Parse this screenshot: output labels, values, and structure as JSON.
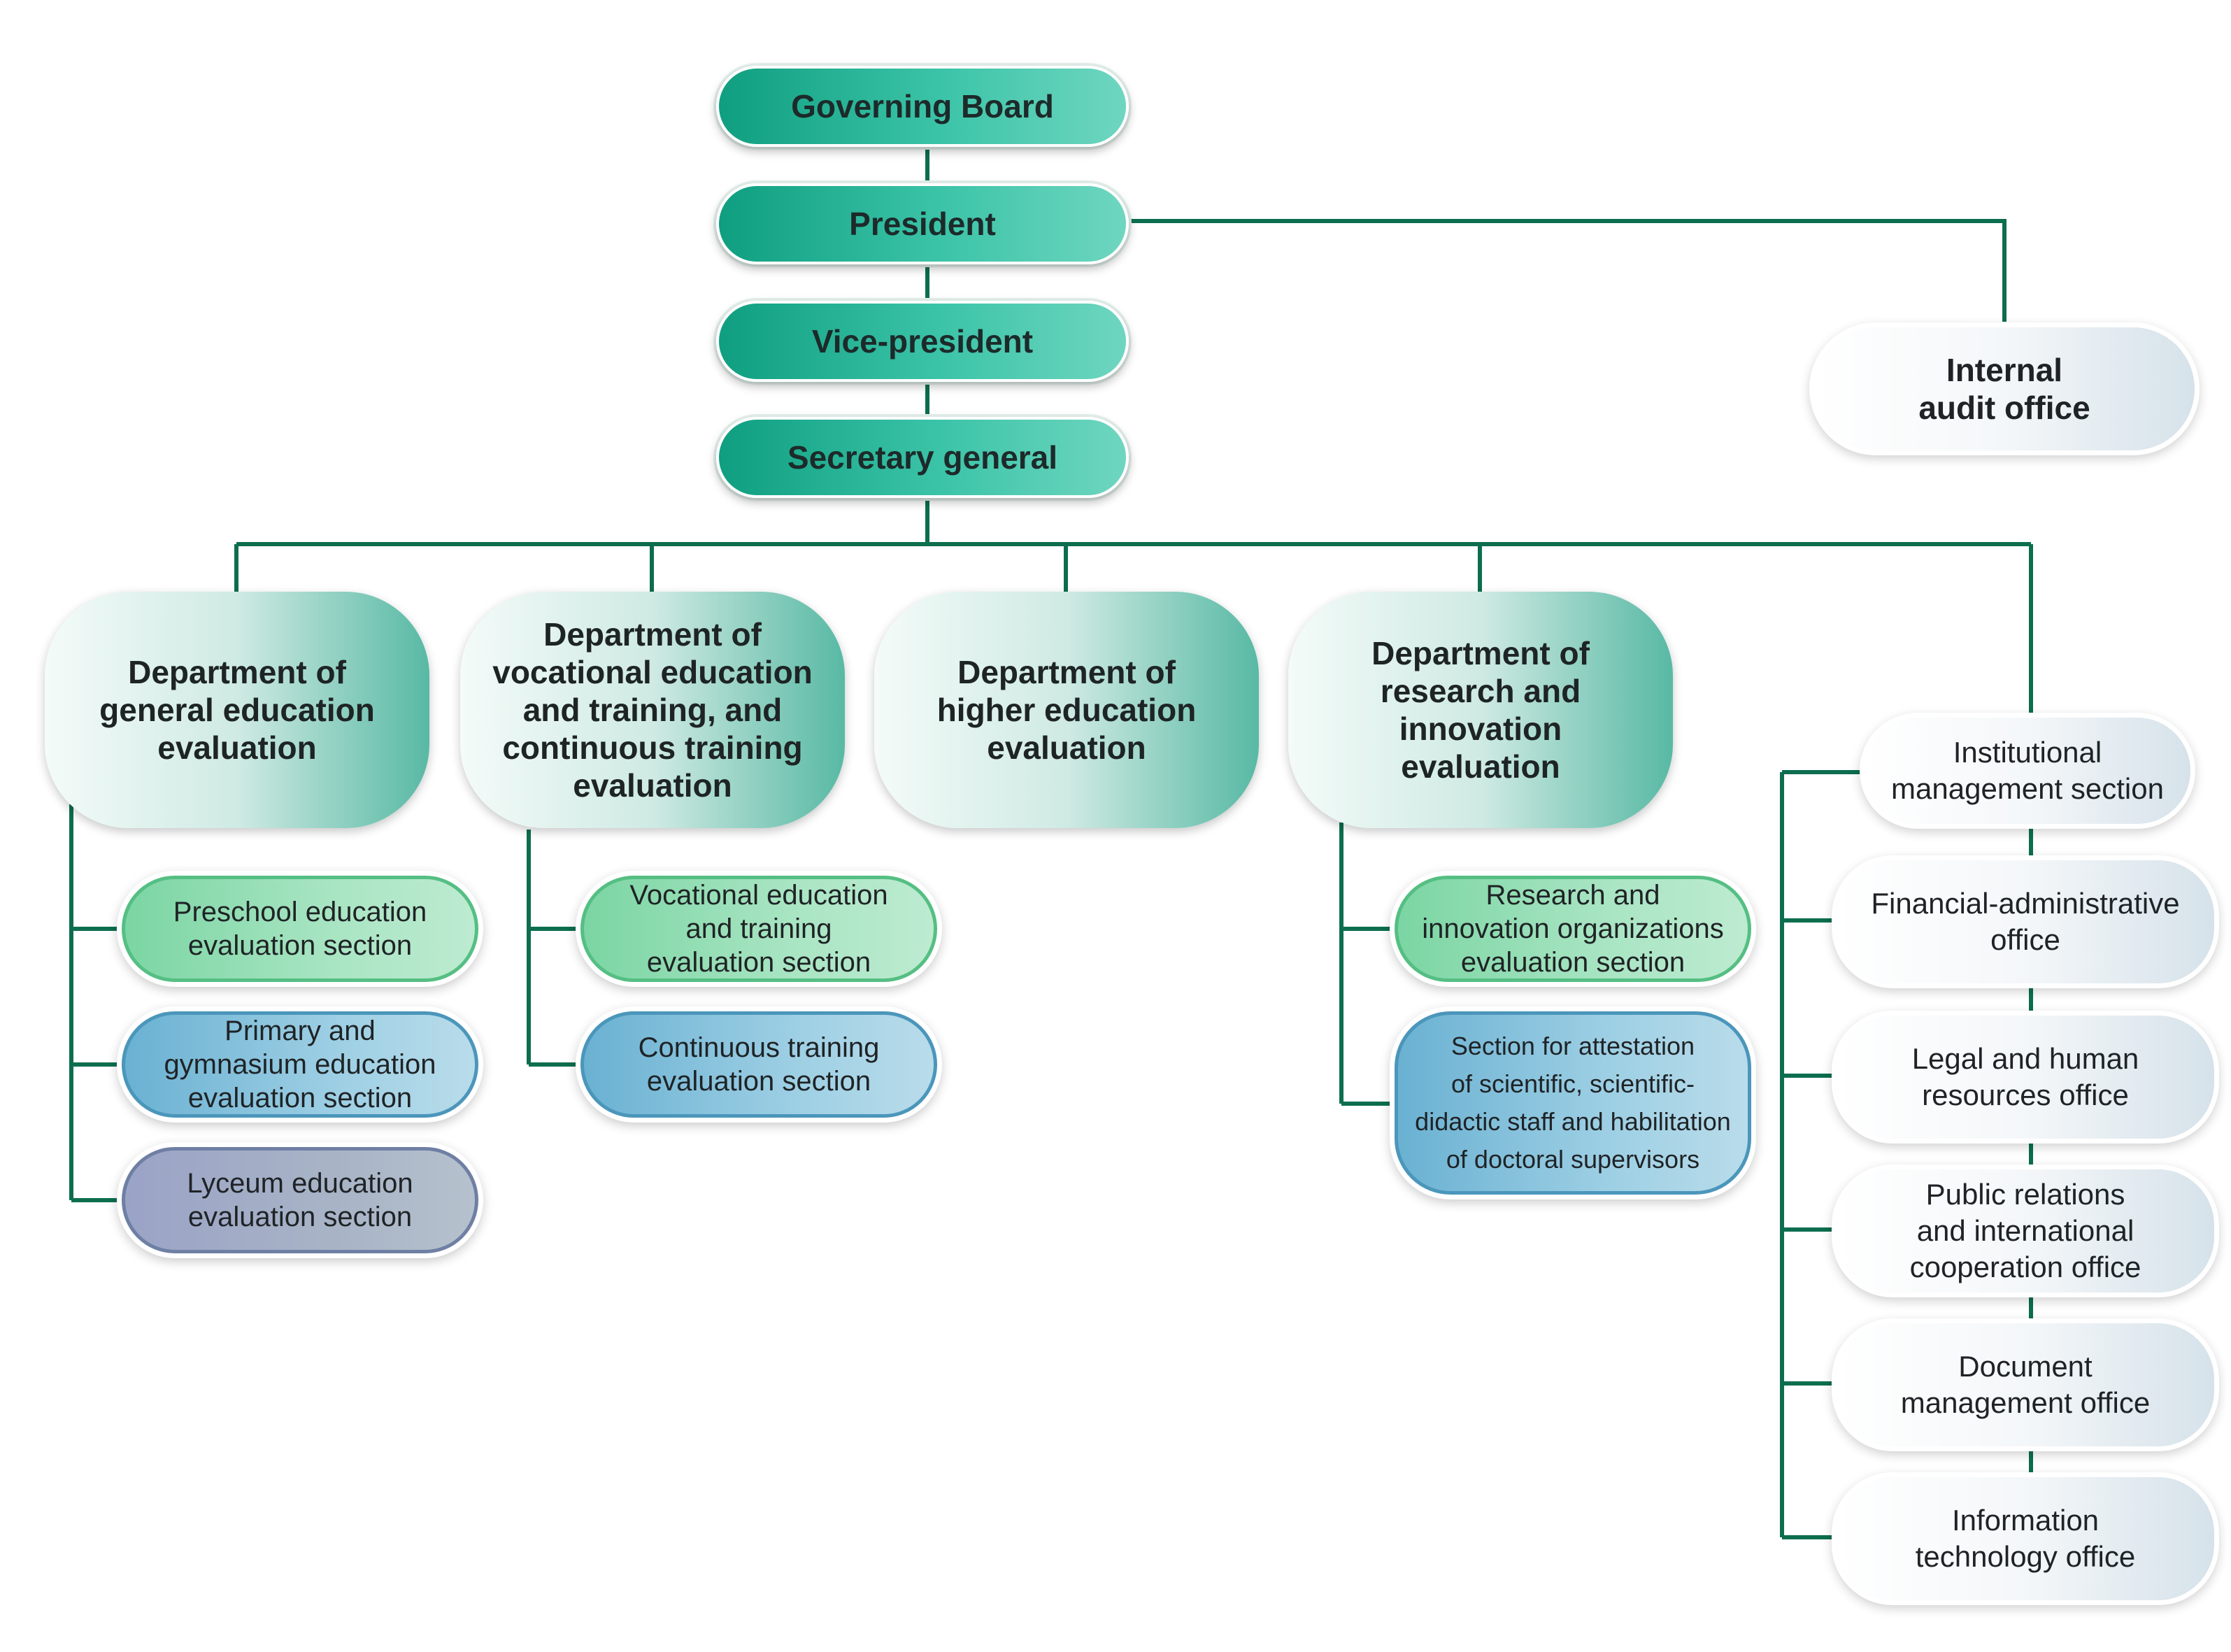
{
  "executive": {
    "governing_board": "Governing Board",
    "president": "President",
    "vice_president": "Vice-president",
    "secretary_general": "Secretary general",
    "internal_audit": "Internal\naudit office"
  },
  "departments": {
    "general": "Department of\ngeneral education\nevaluation",
    "vocational": "Department of\nvocational education\nand training, and\ncontinuous training\nevaluation",
    "higher": "Department of\nhigher education\nevaluation",
    "research": "Department of\nresearch and\ninnovation\nevaluation"
  },
  "sections": {
    "preschool": "Preschool education\nevaluation section",
    "primary": "Primary and\ngymnasium education\nevaluation section",
    "lyceum": "Lyceum education\nevaluation section",
    "vocational_training": "Vocational education\nand training\nevaluation section",
    "continuous_training": "Continuous training\nevaluation section",
    "research_orgs": "Research and\ninnovation organizations\nevaluation section",
    "attestation": "Section for attestation\nof scientific, scientific-\ndidactic staff and habilitation\nof doctoral supervisors"
  },
  "offices": {
    "institutional": "Institutional\nmanagement section",
    "financial": "Financial-administrative\noffice",
    "legal_hr": "Legal and human\nresources office",
    "public_relations": "Public relations\nand international\ncooperation office",
    "document": "Document\nmanagement office",
    "it": "Information\ntechnology office"
  },
  "colors": {
    "connector": "#0d6e4f",
    "executive": "#1aa88a",
    "department": "#5fbba6",
    "section_green": "#8ad8ab",
    "section_blue": "#8cc6df",
    "section_slate": "#a3adc6"
  }
}
